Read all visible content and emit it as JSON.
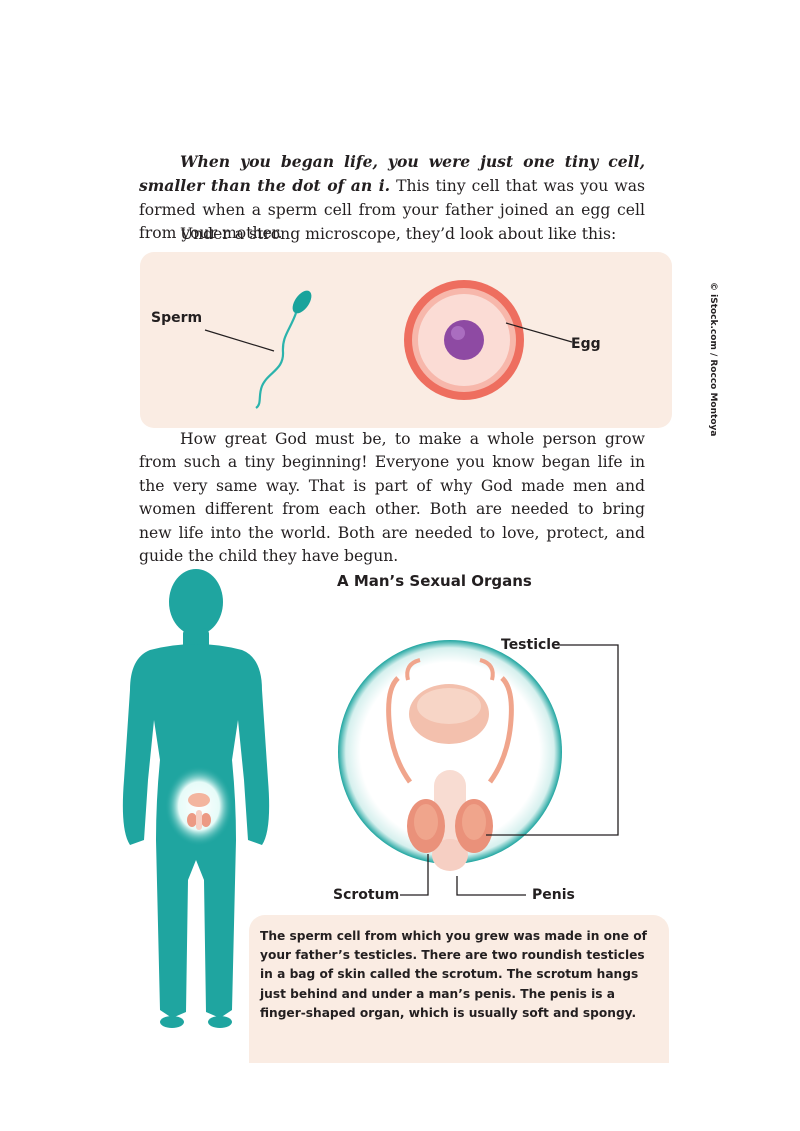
{
  "intro": {
    "lead_bold": "When you began life, you were just one tiny cell, smaller than the dot of an i.",
    "rest": " This tiny cell that was you was formed when a sperm cell from your father joined an egg cell from your mother."
  },
  "microscope_line": "Under a strong microscope, they’d look about like this:",
  "cells_figure": {
    "sperm_label": "Sperm",
    "egg_label": "Egg",
    "credit": "© iStock.com / Rocco Montoya"
  },
  "body_paragraph": "How great God must be, to make a whole person grow from such a tiny beginning! Everyone you know began life in the very same way. That is part of why God made men and women different from each other. Both are needed to bring new life into the world. Both are needed to love, protect, and guide the child they have begun.",
  "organs_figure": {
    "title": "A Man’s Sexual Organs",
    "testicle_label": "Testicle",
    "scrotum_label": "Scrotum",
    "penis_label": "Penis"
  },
  "info_box": {
    "part1": "The sperm cell from which you grew was made in one of your father’s testicles. There are two roundish testicles in a bag of skin called the ",
    "term": "scrotum.",
    "part2": " The scrotum hangs just behind and under a man’s penis. The penis is a finger-shaped organ, which is usually soft and spongy."
  },
  "colors": {
    "teal": "#1fa5a0",
    "panel_bg": "#faece3",
    "egg_ring": "#ee6e5f",
    "nucleus": "#8e4aa3"
  }
}
